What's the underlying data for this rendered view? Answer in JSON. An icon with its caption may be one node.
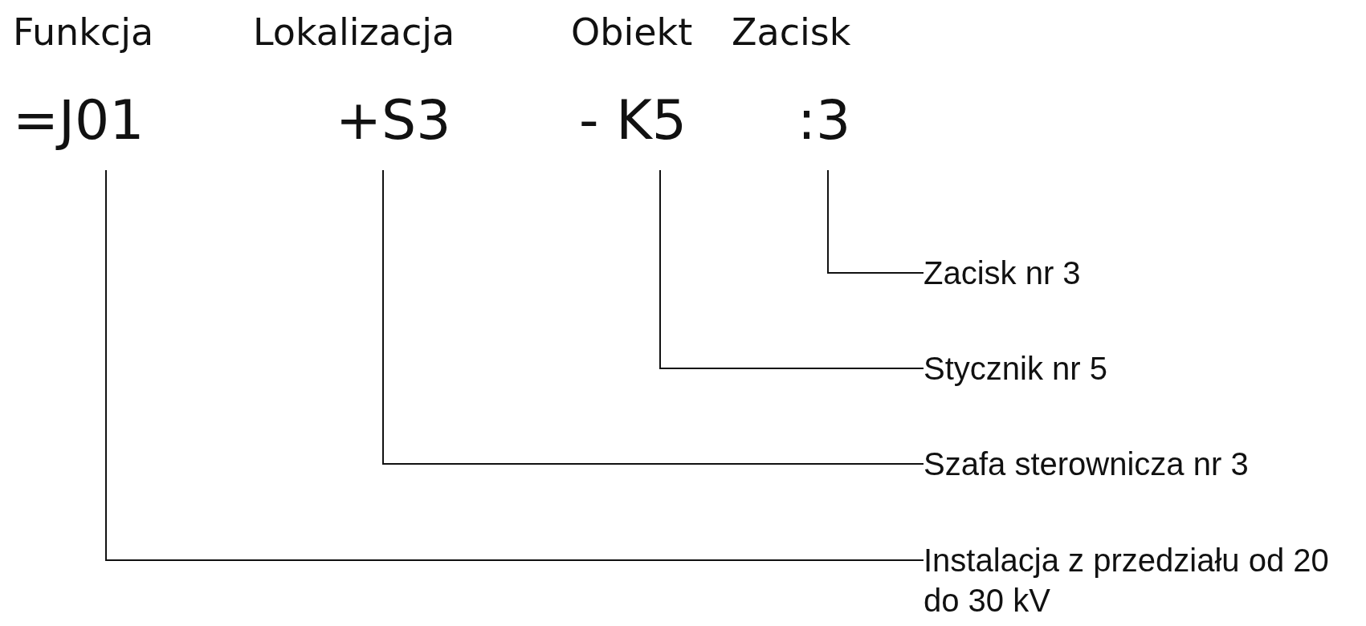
{
  "diagram": {
    "nodes": [
      {
        "text": [
          "=J01"
        ]
      },
      {
        "text": [
          "+S3"
        ]
      },
      {
        "text": [
          "- K5"
        ]
      },
      {
        "text": [
          ":3"
        ]
      },
      {
        "text": [
          "Zacisk nr 3"
        ]
      },
      {
        "text": [
          "Stycznik nr 5"
        ]
      },
      {
        "text": [
          "Szafa sterownicza nr 3"
        ]
      },
      {
        "text": [
          "Instalacja z przedziału od 20 do 30 kV"
        ]
      }
    ],
    "edges": [
      {
        "from": 3,
        "to": 4,
        "arrow": "none"
      },
      {
        "from": 2,
        "to": 5,
        "arrow": "none"
      },
      {
        "from": 1,
        "to": 6,
        "arrow": "none"
      },
      {
        "from": 0,
        "to": 7,
        "arrow": "none"
      }
    ],
    "labels": [
      "Funkcja",
      "Lokalizacja",
      "Obiekt",
      "Zacisk"
    ]
  }
}
